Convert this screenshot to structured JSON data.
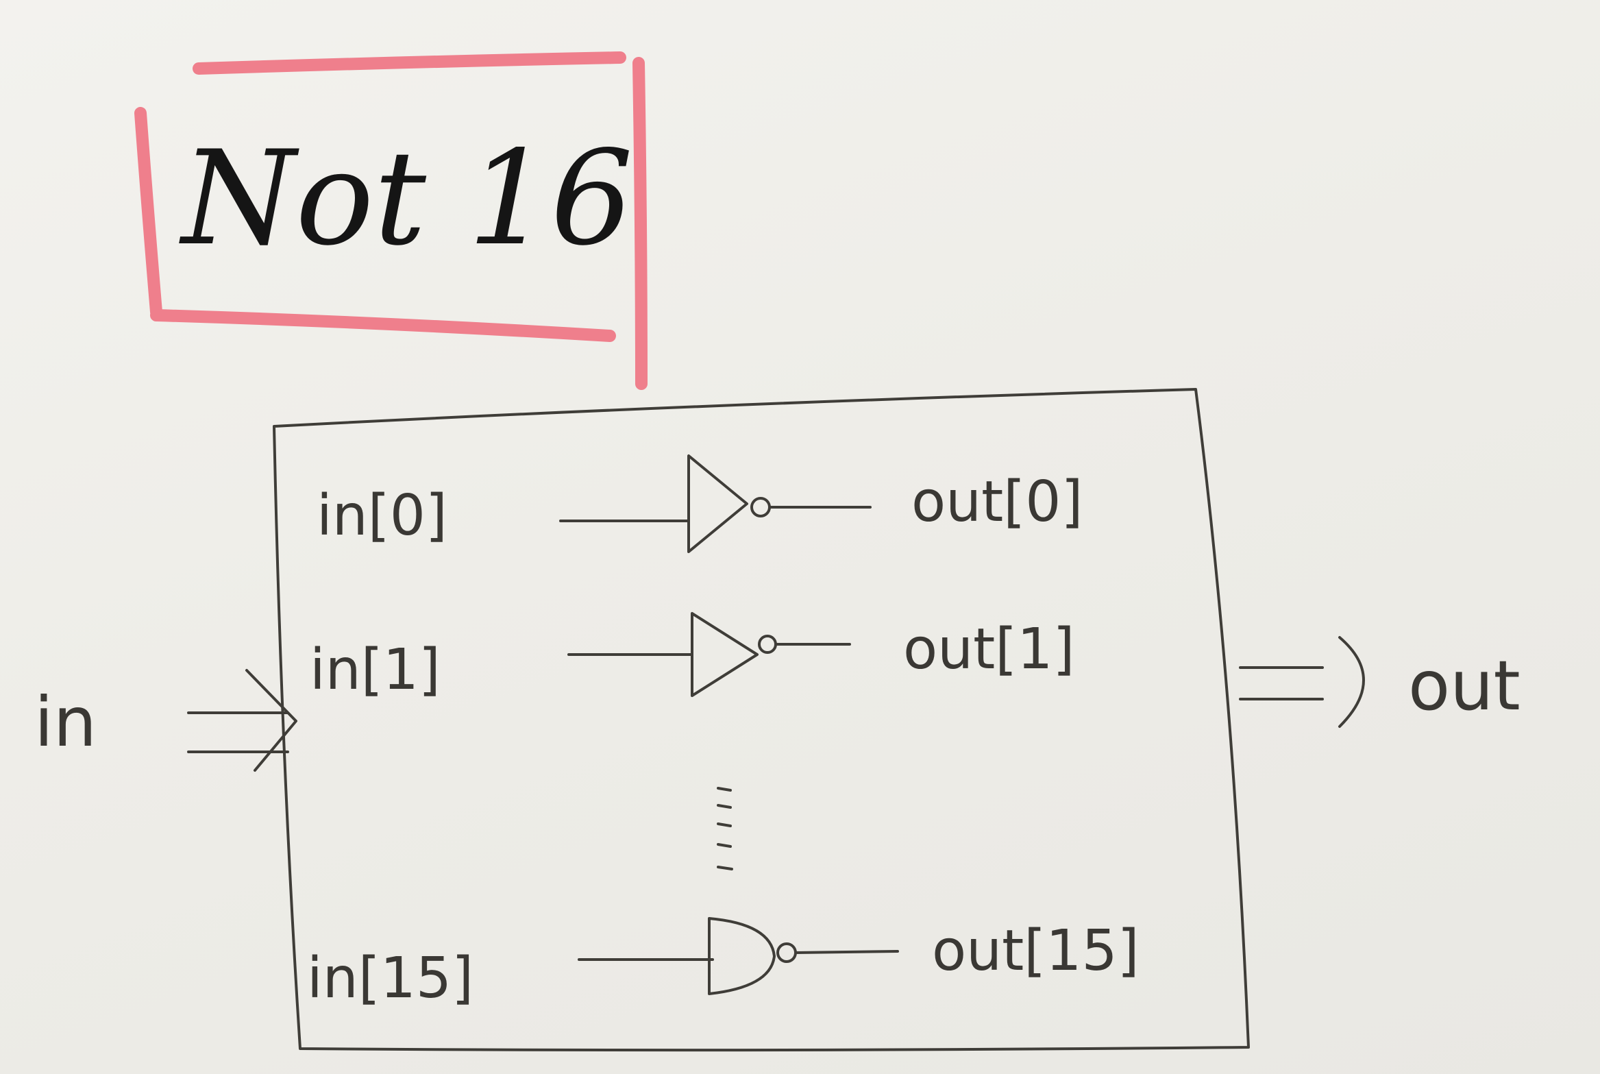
{
  "title": "Not 16",
  "input_label": "in",
  "output_label": "out",
  "gates": [
    {
      "in_label": "in[0]",
      "out_label": "out[0]"
    },
    {
      "in_label": "in[1]",
      "out_label": "out[1]"
    },
    {
      "in_label": "in[15]",
      "out_label": "out[15]"
    }
  ],
  "colors": {
    "ink": "#3f3d38",
    "title_box": "#ef7f8c",
    "paper": "#efeee9"
  }
}
